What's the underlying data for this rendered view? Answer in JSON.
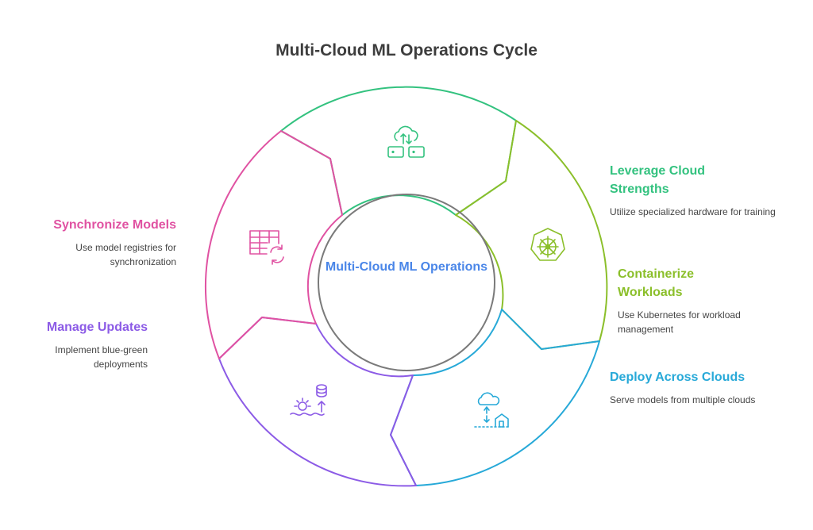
{
  "title": "Multi-Cloud ML Operations Cycle",
  "center": {
    "label": "Multi-Cloud ML Operations",
    "color": "#4a86e8"
  },
  "stages": [
    {
      "id": "leverage",
      "heading": "Leverage Cloud Strengths",
      "description": "Utilize specialized hardware for training",
      "color": "#33c27f",
      "icon": "cloud-servers-icon"
    },
    {
      "id": "containerize",
      "heading": "Containerize Workloads",
      "description": "Use Kubernetes for workload management",
      "color": "#8bbf2a",
      "icon": "kubernetes-icon"
    },
    {
      "id": "deploy",
      "heading": "Deploy Across Clouds",
      "description": "Serve models from multiple clouds",
      "color": "#27a9d8",
      "icon": "cloud-deploy-icon"
    },
    {
      "id": "manage",
      "heading": "Manage Updates",
      "description": "Implement blue-green deployments",
      "color": "#8c5be6",
      "icon": "database-update-icon"
    },
    {
      "id": "synchronize",
      "heading": "Synchronize Models",
      "description": "Use model registries for synchronization",
      "color": "#e052a2",
      "icon": "table-sync-icon"
    }
  ]
}
